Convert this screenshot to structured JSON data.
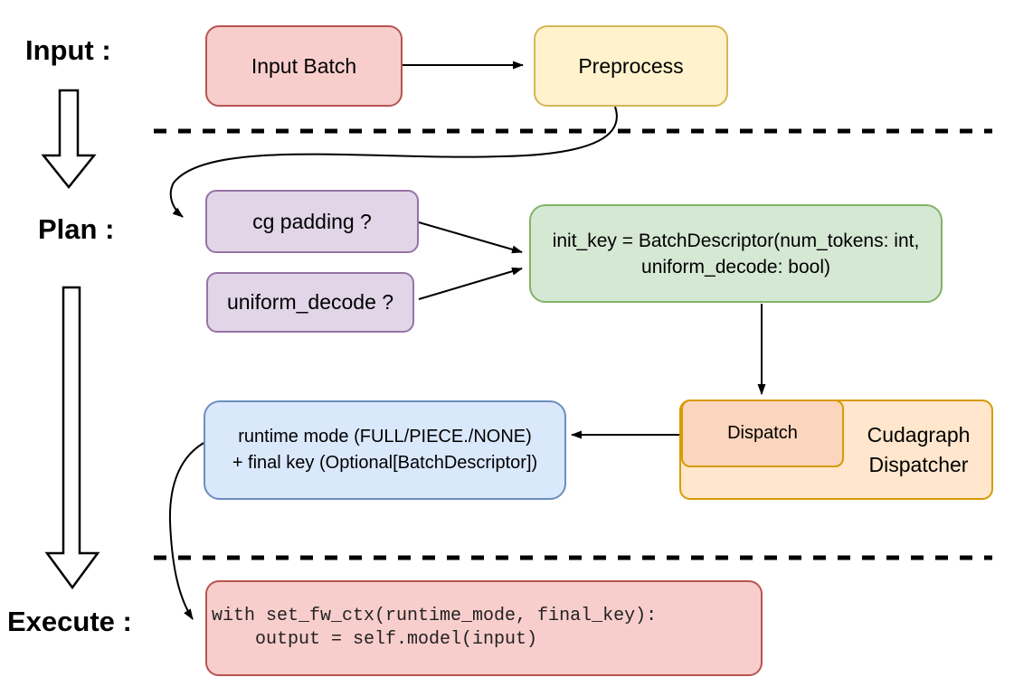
{
  "stage_labels": {
    "input": "Input :",
    "plan": "Plan :",
    "execute": "Execute :"
  },
  "nodes": {
    "input_batch": {
      "label": "Input Batch"
    },
    "preprocess": {
      "label": "Preprocess"
    },
    "cg_padding": {
      "label": "cg padding ?"
    },
    "uniform_decode": {
      "label": "uniform_decode ?"
    },
    "init_key": {
      "line1": "init_key = BatchDescriptor(num_tokens: int,",
      "line2": "uniform_decode: bool)"
    },
    "dispatch": {
      "label": "Dispatch"
    },
    "cudagraph_dispatcher": {
      "label": "Cudagraph Dispatcher"
    },
    "runtime_mode": {
      "line1": "runtime mode (FULL/PIECE./NONE)",
      "line2": "+ final key (Optional[BatchDescriptor])"
    },
    "execute_code": {
      "line1": "with set_fw_ctx(runtime_mode, final_key):",
      "line2": "    output = self.model(input)"
    }
  },
  "colors": {
    "red_fill": "#f8cecc",
    "red_stroke": "#b85450",
    "yellow_fill": "#fff2cc",
    "yellow_stroke": "#d6b656",
    "purple_fill": "#e1d5e7",
    "purple_stroke": "#9673a6",
    "green_fill": "#d5e8d4",
    "green_stroke": "#82b366",
    "blue_fill": "#dae8fc",
    "blue_stroke": "#6c8ebf",
    "orange_fill": "#ffe6cc",
    "orange_inner_fill": "#fbd5bd",
    "orange_stroke": "#d79b00",
    "connector": "#000000"
  }
}
